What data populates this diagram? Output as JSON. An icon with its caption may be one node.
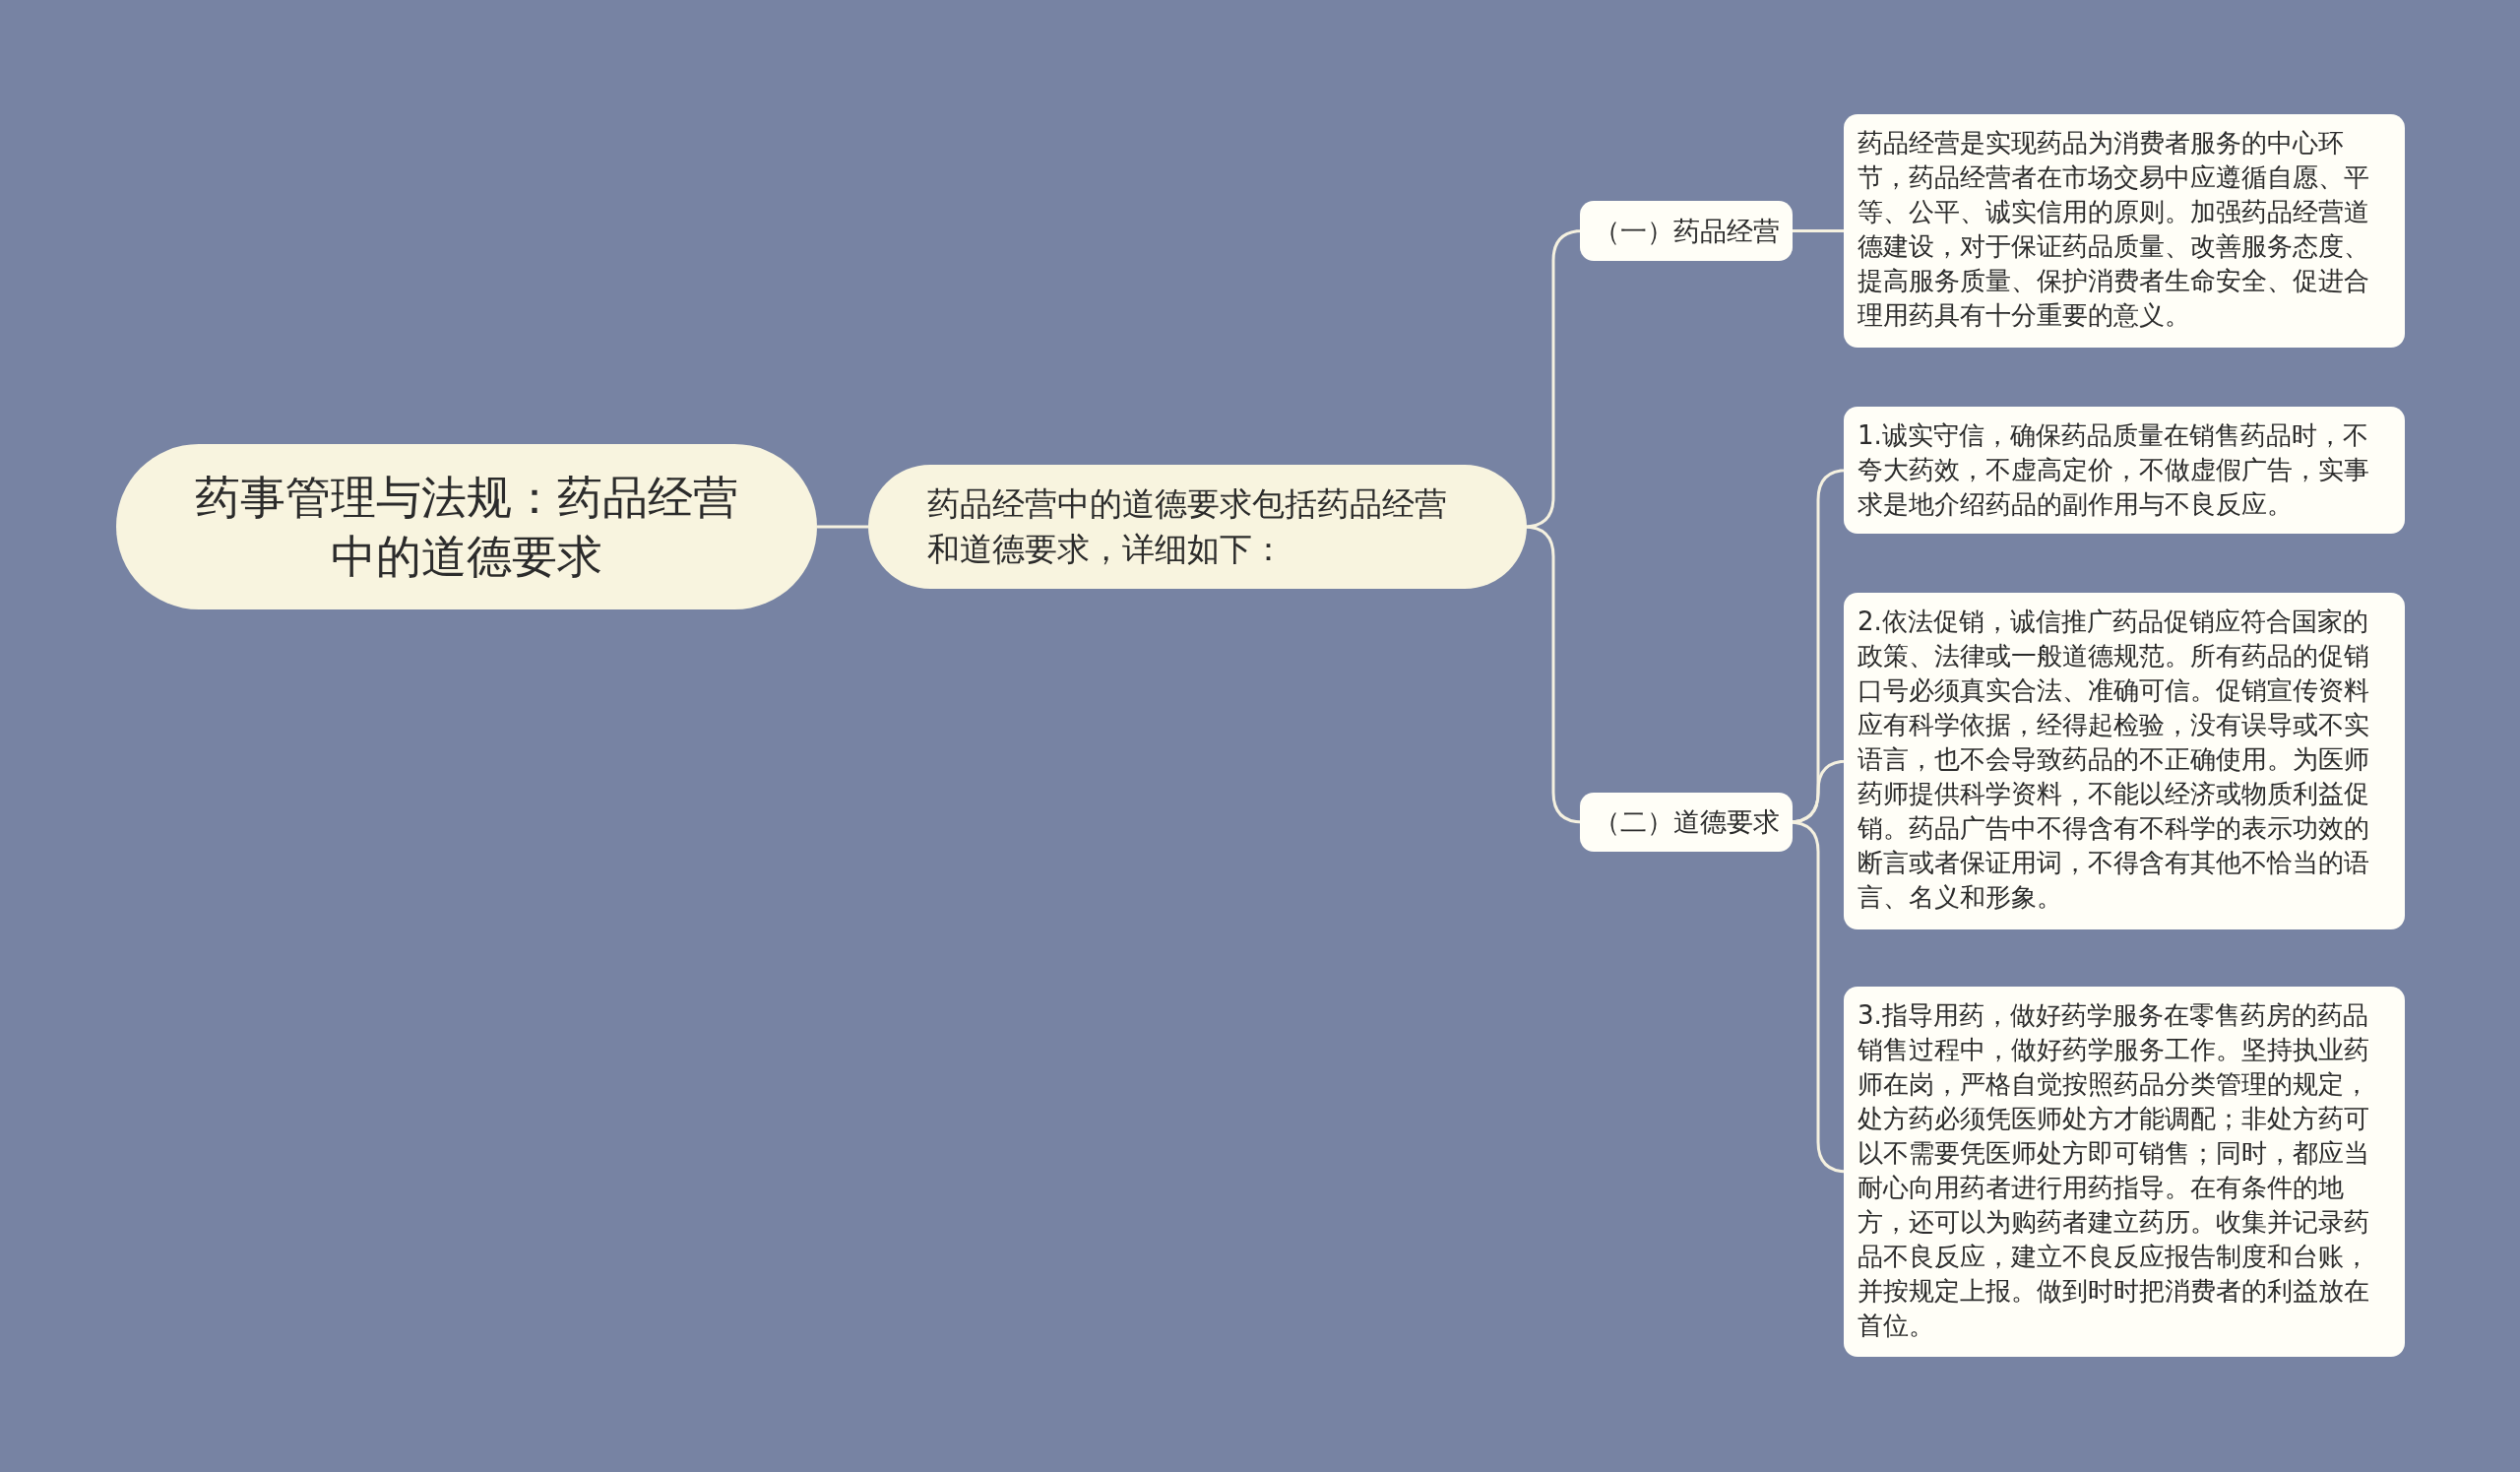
{
  "diagram": {
    "nodes": [
      {
        "text": [
          "药事管理与法规：药品经营中的道德要求"
        ]
      },
      {
        "text": [
          "药品经营中的道德要求包括药品经营和道德要求，详细如下："
        ]
      },
      {
        "text": [
          "（一）药品经营"
        ]
      },
      {
        "text": [
          "药品经营是实现药品为消费者服务的中心环节，药品经营者在市场交易中应遵循自愿、平等、公平、诚实信用的原则。加强药品经营道德建设，对于保证药品质量、改善服务态度、提高服务质量、保护消费者生命安全、促进合理用药具有十分重要的意义。"
        ]
      },
      {
        "text": [
          "（二）道德要求"
        ]
      },
      {
        "text": [
          "1.诚实守信，确保药品质量在销售药品时，不夸大药效，不虚高定价，不做虚假广告，实事求是地介绍药品的副作用与不良反应。"
        ]
      },
      {
        "text": [
          "2.依法促销，诚信推广药品促销应符合国家的政策、法律或一般道德规范。所有药品的促销口号必须真实合法、准确可信。促销宣传资料应有科学依据，经得起检验，没有误导或不实语言，也不会导致药品的不正确使用。为医师药师提供科学资料，不能以经济或物质利益促销。药品广告中不得含有不科学的表示功效的断言或者保证用词，不得含有其他不恰当的语言、名义和形象。"
        ]
      },
      {
        "text": [
          "3.指导用药，做好药学服务在零售药房的药品销售过程中，做好药学服务工作。坚持执业药师在岗，严格自觉按照药品分类管理的规定，处方药必须凭医师处方才能调配；非处方药可以不需要凭医师处方即可销售；同时，都应当耐心向用药者进行用药指导。在有条件的地方，还可以为购药者建立药历。收集并记录药品不良反应，建立不良反应报告制度和台账，并按规定上报。做到时时把消费者的利益放在首位。"
        ]
      }
    ],
    "edges": [
      {
        "from": 0,
        "to": 1,
        "arrow": "none"
      },
      {
        "from": 1,
        "to": 2,
        "arrow": "none"
      },
      {
        "from": 1,
        "to": 4,
        "arrow": "none"
      },
      {
        "from": 2,
        "to": 3,
        "arrow": "none"
      },
      {
        "from": 4,
        "to": 5,
        "arrow": "none"
      },
      {
        "from": 4,
        "to": 6,
        "arrow": "none"
      },
      {
        "from": 4,
        "to": 7,
        "arrow": "none"
      }
    ]
  }
}
